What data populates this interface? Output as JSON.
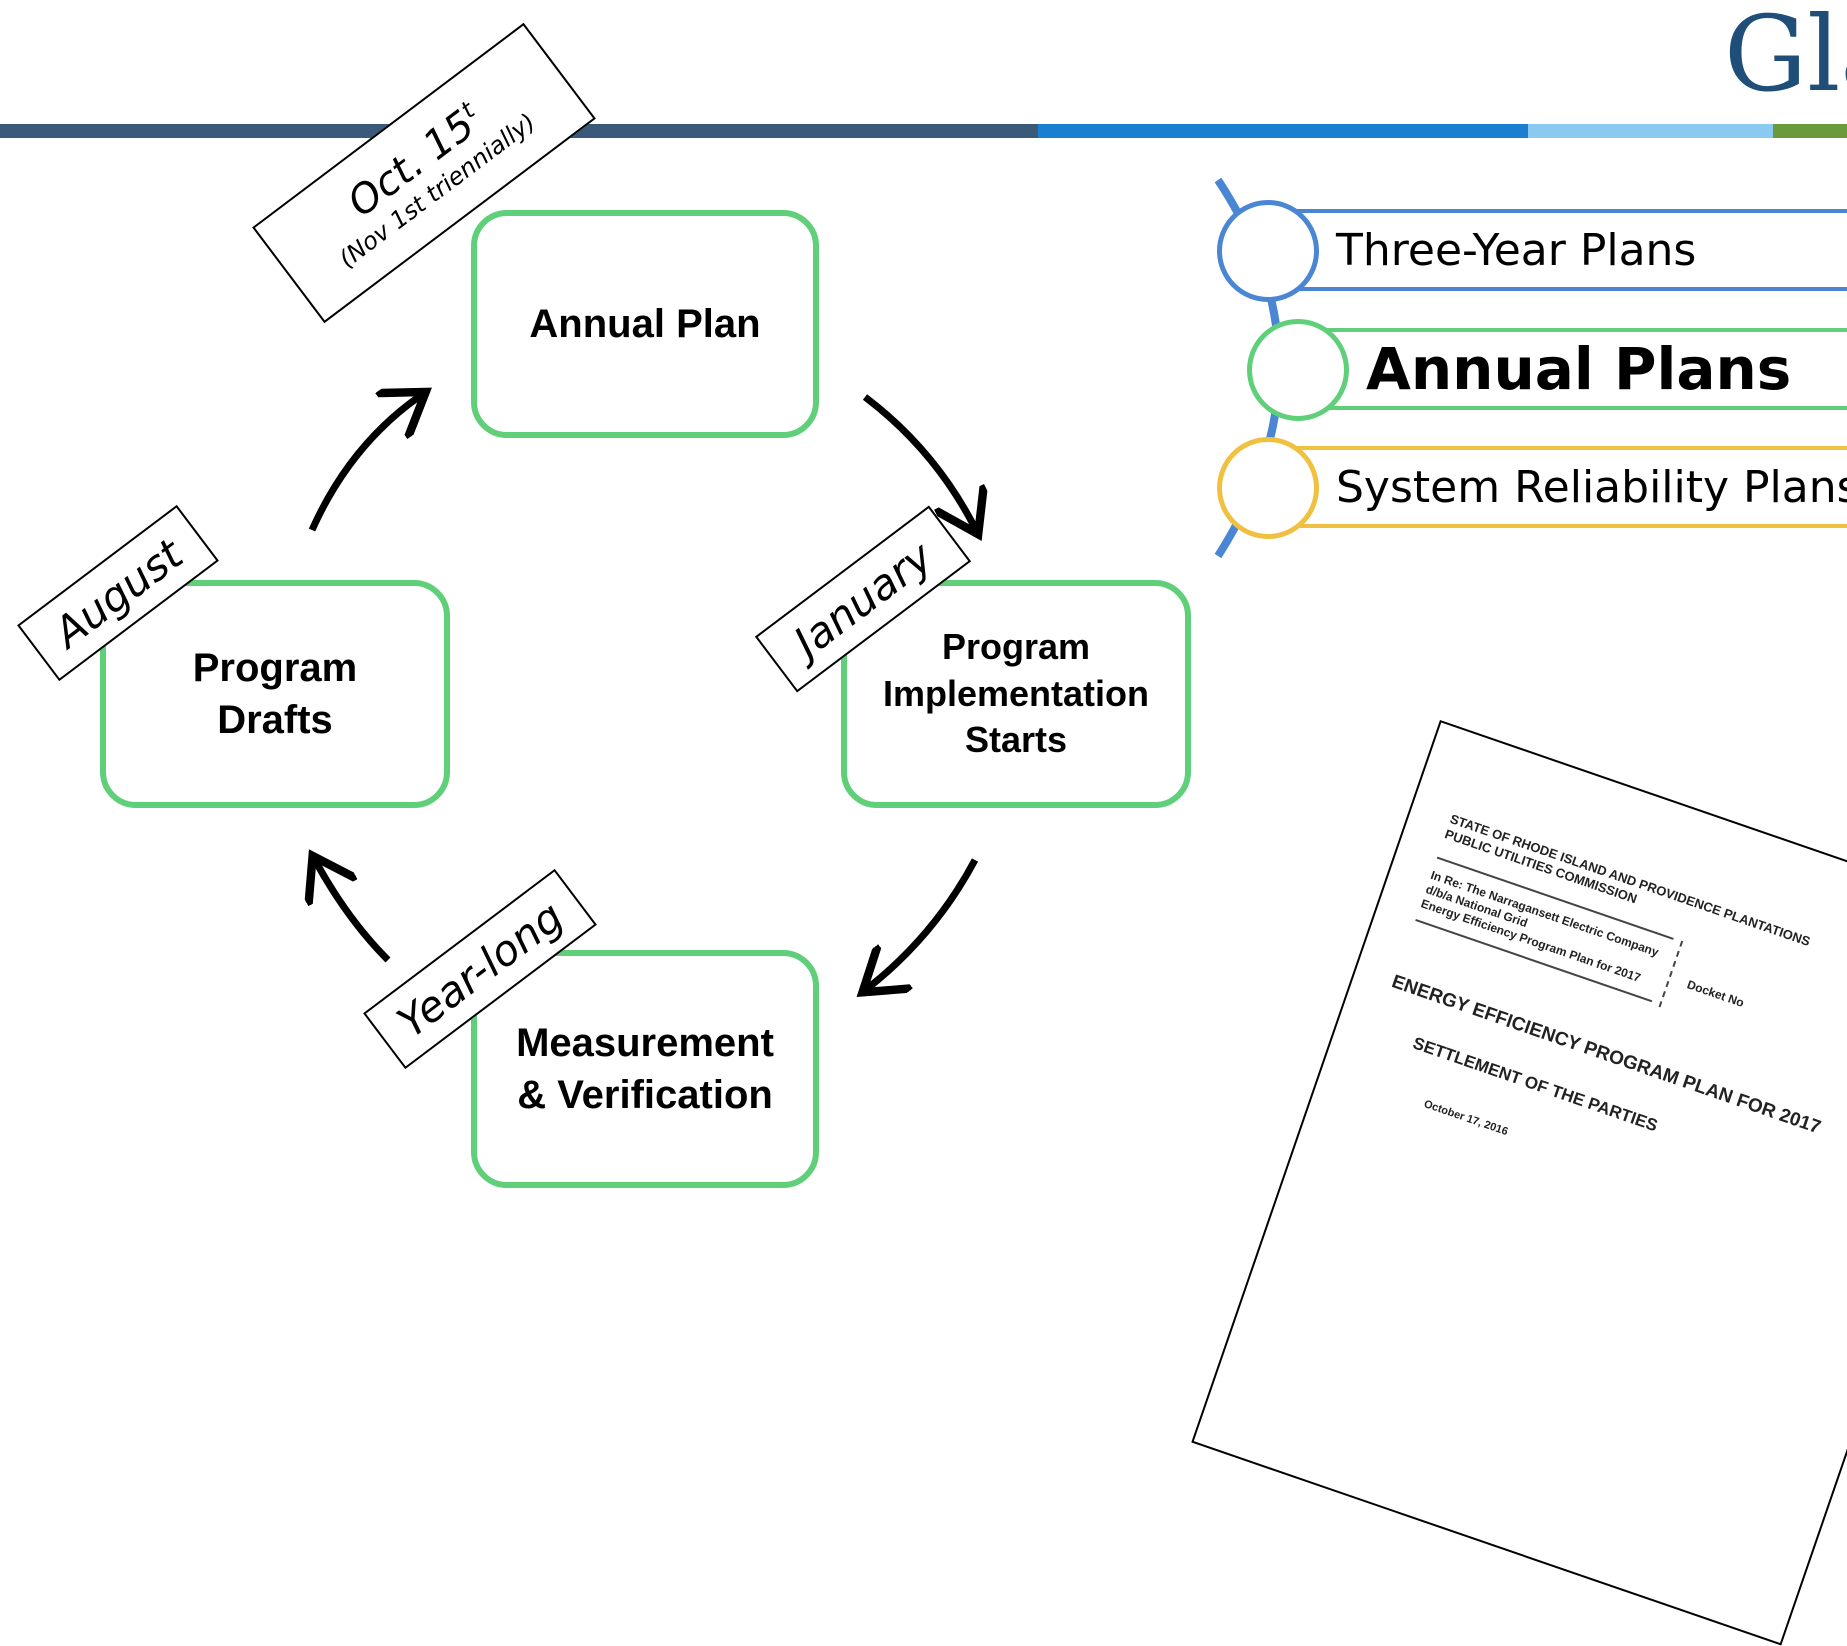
{
  "brand": {
    "text": "Gla"
  },
  "colors": {
    "bar_navy": "#3b5a7a",
    "bar_blue": "#1a7fd0",
    "bar_light": "#8ac9f0",
    "bar_green": "#6a9a3a",
    "node_border": "#5fcf7a",
    "legend_blue": "#4a86d4",
    "legend_green": "#5fcf7a",
    "legend_gold": "#f0c040"
  },
  "cycle": {
    "nodes": {
      "annual_plan": [
        "Annual Plan"
      ],
      "program_implementation": [
        "Program",
        "Implementation",
        "Starts"
      ],
      "measurement_verification": [
        "Measurement",
        "& Verification"
      ],
      "program_drafts": [
        "Program",
        "Drafts"
      ]
    },
    "tags": {
      "oct15": {
        "line1": "Oct. 15",
        "sup": "t",
        "line2": "(Nov 1st triennially)"
      },
      "january": "January",
      "year_long": "Year-long",
      "august": "August"
    }
  },
  "legend": {
    "items": [
      {
        "label": "Three-Year Plans",
        "color": "#4a86d4"
      },
      {
        "label": "Annual Plans",
        "color": "#5fcf7a"
      },
      {
        "label": "System Reliability Plans",
        "color": "#f0c040"
      }
    ]
  },
  "document": {
    "header_line1": "STATE OF RHODE ISLAND AND PROVIDENCE PLANTATIONS",
    "header_line2": "PUBLIC UTILITIES COMMISSION",
    "inre_line1": "In Re: The Narragansett Electric Company",
    "inre_line2": "d/b/a National Grid",
    "inre_line3": "Energy Efficiency Program Plan for 2017",
    "docket": "Docket No",
    "title1": "ENERGY EFFICIENCY PROGRAM PLAN FOR 2017",
    "title2": "SETTLEMENT OF THE PARTIES",
    "date": "October 17, 2016"
  }
}
